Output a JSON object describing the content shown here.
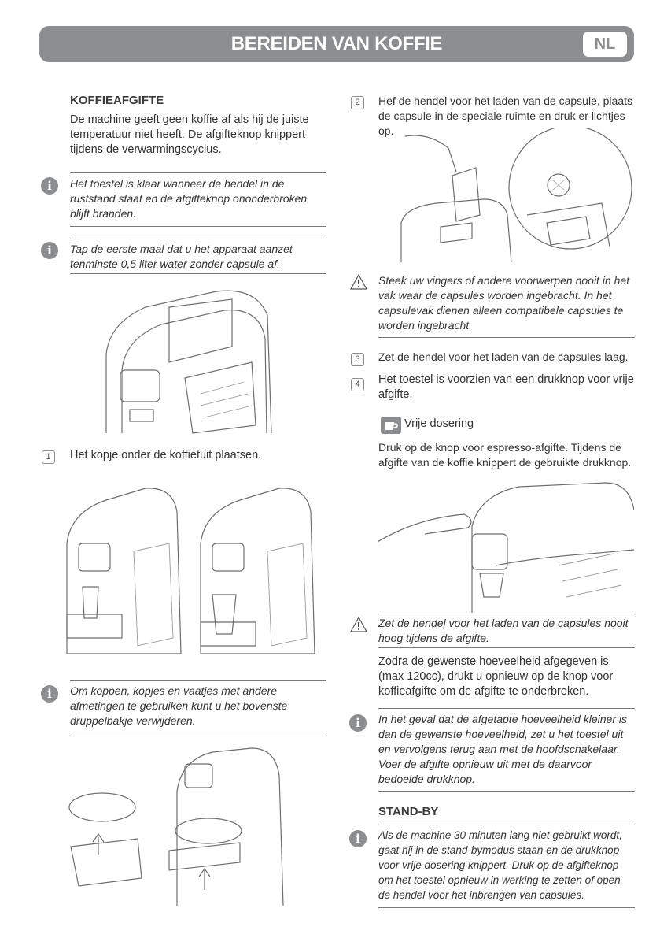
{
  "header": {
    "title": "BEREIDEN VAN KOFFIE",
    "lang": "NL"
  },
  "left": {
    "section_title": "KOFFIEAFGIFTE",
    "intro": "De machine geeft geen koffie af als hij de juiste temperatuur niet heeft. De afgifteknop knippert tijdens de verwarmingscyclus.",
    "note1": "Het toestel is klaar wanneer de hendel in de ruststand staat en de afgifteknop ononderbroken blijft branden.",
    "note2": "Tap de eerste maal dat u het apparaat aanzet tenminste 0,5 liter water zonder capsule af.",
    "step1_num": "1",
    "step1": "Het kopje onder de koffietuit plaatsen.",
    "note3": "Om koppen, kopjes en vaatjes met andere afmetingen te gebruiken kunt u het bovenste druppelbakje verwijderen."
  },
  "right": {
    "step2_num": "2",
    "step2": "Hef de hendel voor het laden van de capsule, plaats de capsule in de speciale ruimte en druk er lichtjes op.",
    "warning1": "Steek uw vingers of andere voorwerpen nooit in het vak waar de capsules worden ingebracht. In het capsulevak dienen alleen compatibele capsules te worden ingebracht.",
    "step3_num": "3",
    "step3": "Zet de hendel voor het laden van de capsules laag.",
    "step4_num": "4",
    "step4": "Het toestel is voorzien van een drukknop voor vrije afgifte.",
    "dosing_label": "Vrije dosering",
    "dosing_text": "Druk op de knop voor espresso-afgifte. Tijdens de afgifte van de koffie knippert de gebruikte drukknop.",
    "warning2": "Zet de hendel voor het laden van de capsules nooit hoog tijdens de afgifte.",
    "stop_text": "Zodra de gewenste hoeveelheid afgegeven is (max 120cc), drukt u opnieuw op de knop voor koffieafgifte om de afgifte te onderbreken.",
    "note4": "In het geval dat de afgetapte hoeveelheid kleiner is dan de gewenste hoeveelheid, zet u het toestel uit en vervolgens terug aan met de hoofdschakelaar. Voer de afgifte opnieuw uit met de daarvoor bedoelde drukknop.",
    "standby_title": "STAND-BY",
    "note5": "Als de machine 30 minuten lang niet gebruikt wordt, gaat hij in de stand-bymodus staan en de drukknop voor vrije dosering knippert. Druk op de afgifteknop om het toestel opnieuw in werking te zetten of open de hendel voor het inbrengen van capsules."
  },
  "colors": {
    "header_bg": "#8c8d8f",
    "icon": "#8c8d8f",
    "text": "#333333",
    "rule": "#7a7a7a"
  },
  "icons": [
    "info-icon",
    "warning-icon",
    "cup-icon"
  ]
}
